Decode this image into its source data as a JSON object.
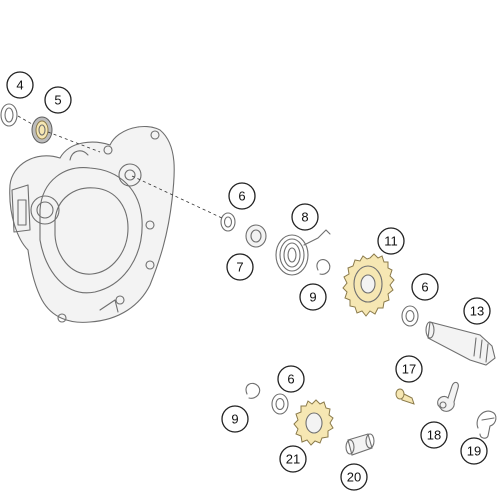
{
  "callouts": [
    {
      "id": "c4",
      "label": "4"
    },
    {
      "id": "c5",
      "label": "5"
    },
    {
      "id": "c6a",
      "label": "6"
    },
    {
      "id": "c7",
      "label": "7"
    },
    {
      "id": "c8",
      "label": "8"
    },
    {
      "id": "c9a",
      "label": "9"
    },
    {
      "id": "c11",
      "label": "11"
    },
    {
      "id": "c6b",
      "label": "6"
    },
    {
      "id": "c13",
      "label": "13"
    },
    {
      "id": "c17",
      "label": "17"
    },
    {
      "id": "c6c",
      "label": "6"
    },
    {
      "id": "c9b",
      "label": "9"
    },
    {
      "id": "c18",
      "label": "18"
    },
    {
      "id": "c21",
      "label": "21"
    },
    {
      "id": "c20",
      "label": "20"
    },
    {
      "id": "c19",
      "label": "19"
    }
  ]
}
